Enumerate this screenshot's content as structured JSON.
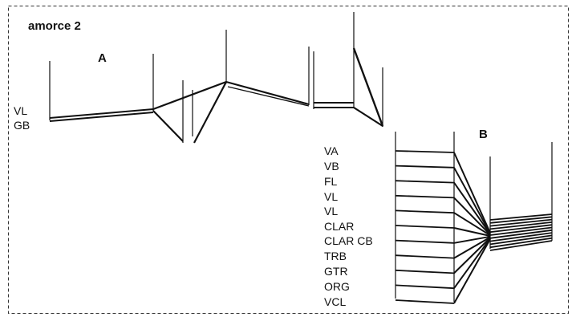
{
  "title": "amorce 2",
  "section_a": {
    "label": "A",
    "instruments": [
      "VL",
      "GB"
    ]
  },
  "section_b": {
    "label": "B",
    "instruments": [
      "VA",
      "VB",
      "FL",
      "VL",
      "VL",
      "CLAR",
      "CLAR CB",
      "TRB",
      "GTR",
      "ORG",
      "VCL"
    ]
  }
}
